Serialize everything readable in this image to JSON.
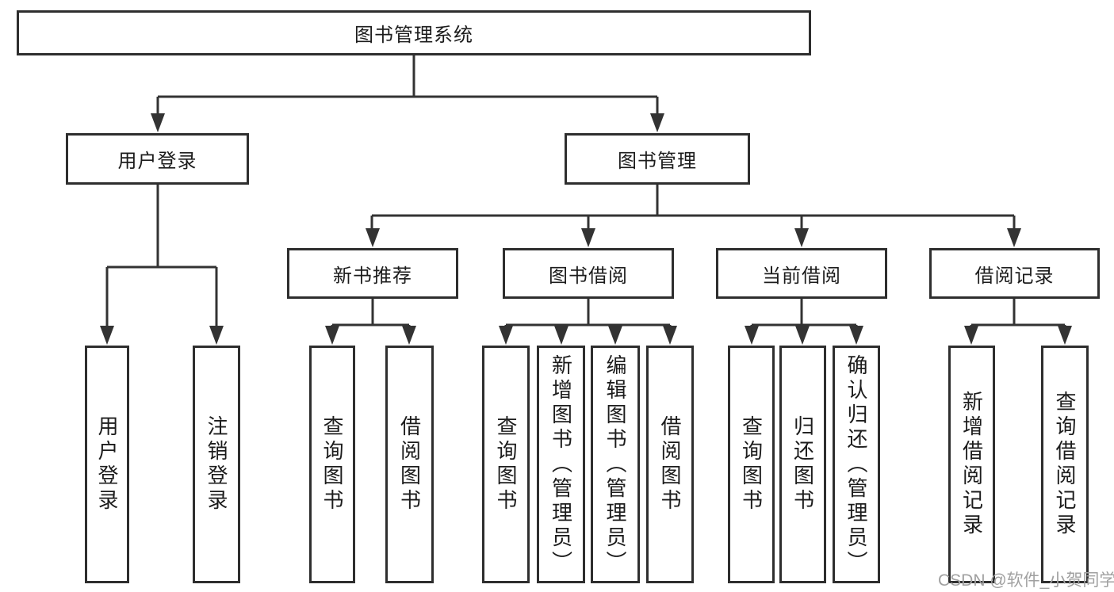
{
  "diagram": {
    "root": {
      "label": "图书管理系统"
    },
    "user_branch": {
      "label": "用户登录",
      "children": [
        {
          "label": "用户登录"
        },
        {
          "label": "注销登录"
        }
      ]
    },
    "management_branch": {
      "label": "图书管理",
      "sections": [
        {
          "label": "新书推荐",
          "children": [
            {
              "label": "查询图书"
            },
            {
              "label": "借阅图书"
            }
          ]
        },
        {
          "label": "图书借阅",
          "children": [
            {
              "label": "查询图书"
            },
            {
              "label": "新增图书（管理员）"
            },
            {
              "label": "编辑图书（管理员）"
            },
            {
              "label": "借阅图书"
            }
          ]
        },
        {
          "label": "当前借阅",
          "children": [
            {
              "label": "查询图书"
            },
            {
              "label": "归还图书"
            },
            {
              "label": "确认归还（管理员）"
            }
          ]
        },
        {
          "label": "借阅记录",
          "children": [
            {
              "label": "新增借阅记录"
            },
            {
              "label": "查询借阅记录"
            }
          ]
        }
      ]
    }
  },
  "watermark": {
    "text": "CSDN @软件_小贺同学",
    "color": "#a0a0a0"
  },
  "colors": {
    "line": "#333333",
    "box_border": "#2e2e2e",
    "text": "#1c1c1c",
    "background": "#ffffff"
  }
}
